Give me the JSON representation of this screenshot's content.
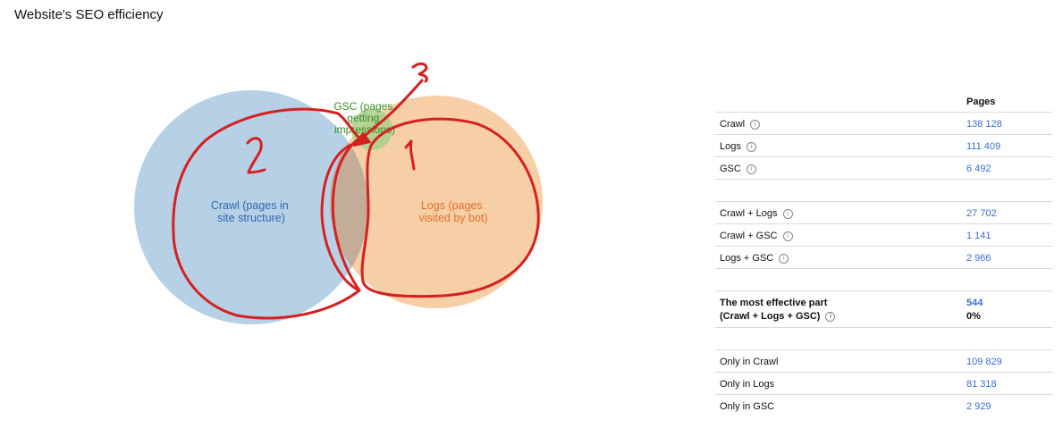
{
  "title": "Website's SEO efficiency",
  "venn": {
    "crawl_label": [
      "Crawl (pages in",
      "site structure)"
    ],
    "logs_label": [
      "Logs (pages",
      "visited by bot)"
    ],
    "gsc_label": [
      "GSC (pages",
      "getting",
      "impressions)"
    ],
    "colors": {
      "crawl": "#b6d0e6",
      "logs": "#f6cfa6",
      "overlap": "#c3ad99",
      "gsc": "#a8d08d",
      "crawl_text": "#2f67b0",
      "logs_text": "#e0702a",
      "gsc_text": "#3f8a24",
      "annotation": "#d62020"
    },
    "annotations": [
      "2",
      "1",
      "3"
    ]
  },
  "table": {
    "header": "Pages",
    "group1": [
      {
        "label": "Crawl",
        "value": "138 128"
      },
      {
        "label": "Logs",
        "value": "111 409"
      },
      {
        "label": "GSC",
        "value": "6 492"
      }
    ],
    "group2": [
      {
        "label": "Crawl + Logs",
        "value": "27 702"
      },
      {
        "label": "Crawl + GSC",
        "value": "1 141"
      },
      {
        "label": "Logs + GSC",
        "value": "2 966"
      }
    ],
    "effective": {
      "label_line1": "The most effective part",
      "label_line2": "(Crawl + Logs + GSC)",
      "value": "544",
      "percent": "0%"
    },
    "group3": [
      {
        "label": "Only in Crawl",
        "value": "109 829"
      },
      {
        "label": "Only in Logs",
        "value": "81 318"
      },
      {
        "label": "Only in GSC",
        "value": "2 929"
      }
    ],
    "info_glyph": "i"
  }
}
